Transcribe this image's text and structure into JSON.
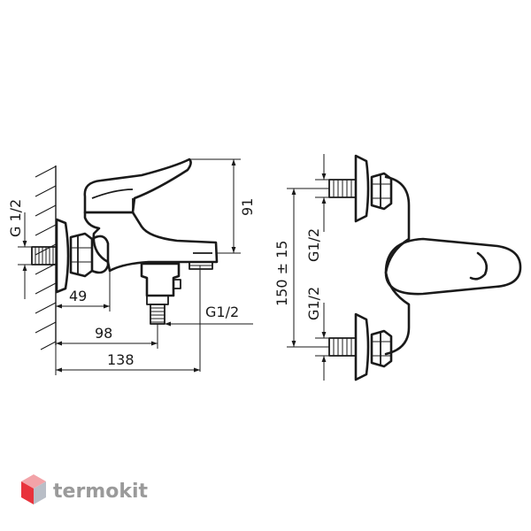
{
  "drawing": {
    "dimensions": {
      "left_thread": "G 1/2",
      "height_91": "91",
      "offset_49": "49",
      "outlet_thread": "G1/2",
      "depth_98": "98",
      "depth_138": "138",
      "spacing": "150 ± 15",
      "upper_thread": "G1/2",
      "lower_thread": "G1/2"
    }
  },
  "brand": {
    "name": "termokit",
    "logo_icon": "hexagon-cube-icon",
    "logo_colors": [
      "#e8333c",
      "#f2a3a8",
      "#b9bec7"
    ]
  }
}
